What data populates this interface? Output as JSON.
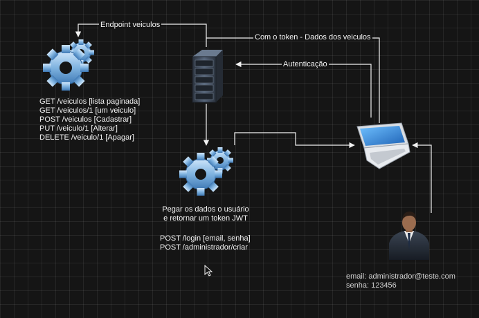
{
  "edges": {
    "endpoint_label": "Endpoint veiculos",
    "token_label": "Com o token - Dados dos veiculos",
    "auth_label": "Autenticação"
  },
  "vehicles_api": {
    "routes": [
      "GET /veiculos [lista paginada]",
      "GET /veiculos/1 [um veiculo]",
      "POST /veiculos [Cadastrar]",
      "PUT /veiculo/1 [Alterar]",
      "DELETE /veiculo/1 [Apagar]"
    ]
  },
  "login_api": {
    "description_lines": [
      "Pegar os dados o usuário",
      "e retornar um token JWT"
    ],
    "routes": [
      "POST /login [email, senha]",
      "POST /administrador/criar"
    ]
  },
  "user": {
    "email_line": "email: administrador@teste.com",
    "password_line": "senha: 123456"
  },
  "colors": {
    "background": "#151515",
    "line": "#f2f2f2",
    "gear": "#6fa7d8",
    "server": "#3c4654",
    "laptop_screen": "#2e86d9"
  },
  "icons": [
    "gear-icon",
    "server-icon",
    "laptop-icon",
    "person-icon",
    "mouse-cursor-icon"
  ]
}
